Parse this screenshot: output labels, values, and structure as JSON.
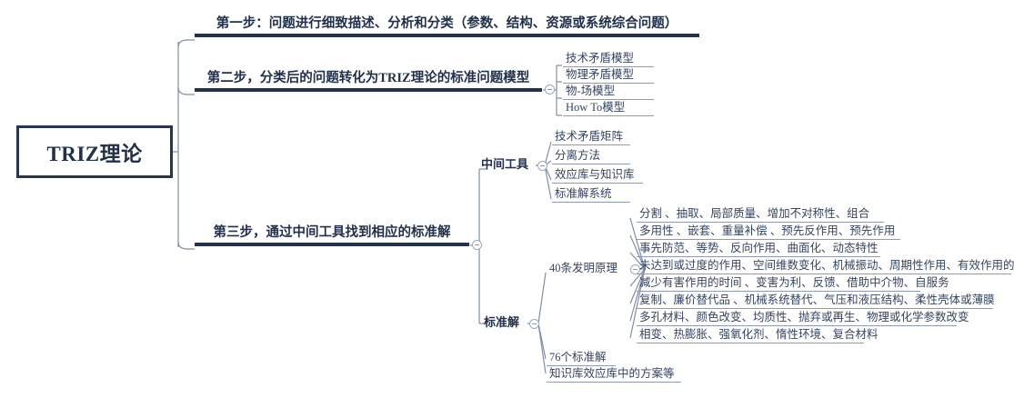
{
  "diagram": {
    "type": "mind-map",
    "title": "TRIZ理论",
    "colors": {
      "root_border": "#28374f",
      "branch_rule": "#24324b",
      "leaf_rule": "#8f9bb3",
      "text": "#22304a",
      "background": "#ffffff"
    }
  },
  "root": {
    "label": "TRIZ理论"
  },
  "branches": [
    {
      "id": "step1",
      "label": "第一步：问题进行细致描述、分析和分类（参数、结构、资源或系统综合问题）",
      "children": []
    },
    {
      "id": "step2",
      "label": "第二步，分类后的问题转化为TRIZ理论的标准问题模型",
      "children": [
        {
          "label": "技术矛盾模型"
        },
        {
          "label": "物理矛盾模型"
        },
        {
          "label": "物-场模型"
        },
        {
          "label": "How To模型"
        }
      ]
    },
    {
      "id": "step3",
      "label": "第三步，通过中间工具找到相应的标准解",
      "groups": [
        {
          "id": "tools",
          "label": "中间工具",
          "children": [
            {
              "label": "技术矛盾矩阵"
            },
            {
              "label": "分离方法"
            },
            {
              "label": "效应库与知识库"
            },
            {
              "label": "标准解系统"
            }
          ]
        },
        {
          "id": "standard-solutions",
          "label": "标准解",
          "children": [
            {
              "label": "40条发明原理",
              "children": [
                {
                  "label": "分割 、抽取、局部质量、增加不对称性、组合"
                },
                {
                  "label": "多用性 、嵌套、重量补偿 、预先反作用、预先作用"
                },
                {
                  "label": "事先防范、等势、反向作用、曲面化、动态特性"
                },
                {
                  "label": "未达到或过度的作用、空间维数变化、机械振动、周期性作用、有效作用的连续性"
                },
                {
                  "label": "减少有害作用的时间 、变害为利、反馈、借助中介物、自服务"
                },
                {
                  "label": "复制、廉价替代品 、机械系统替代、气压和液压结构、柔性壳体或薄膜"
                },
                {
                  "label": "多孔材料、颜色改变、均质性、抛弃或再生、物理或化学参数改变"
                },
                {
                  "label": "相变、热膨胀、强氧化剂、惰性环境、复合材料"
                }
              ]
            },
            {
              "label": "76个标准解"
            },
            {
              "label": "知识库效应库中的方案等"
            }
          ]
        }
      ]
    }
  ],
  "toggles": {
    "icon": "collapse-minus-icon",
    "count": 4
  }
}
